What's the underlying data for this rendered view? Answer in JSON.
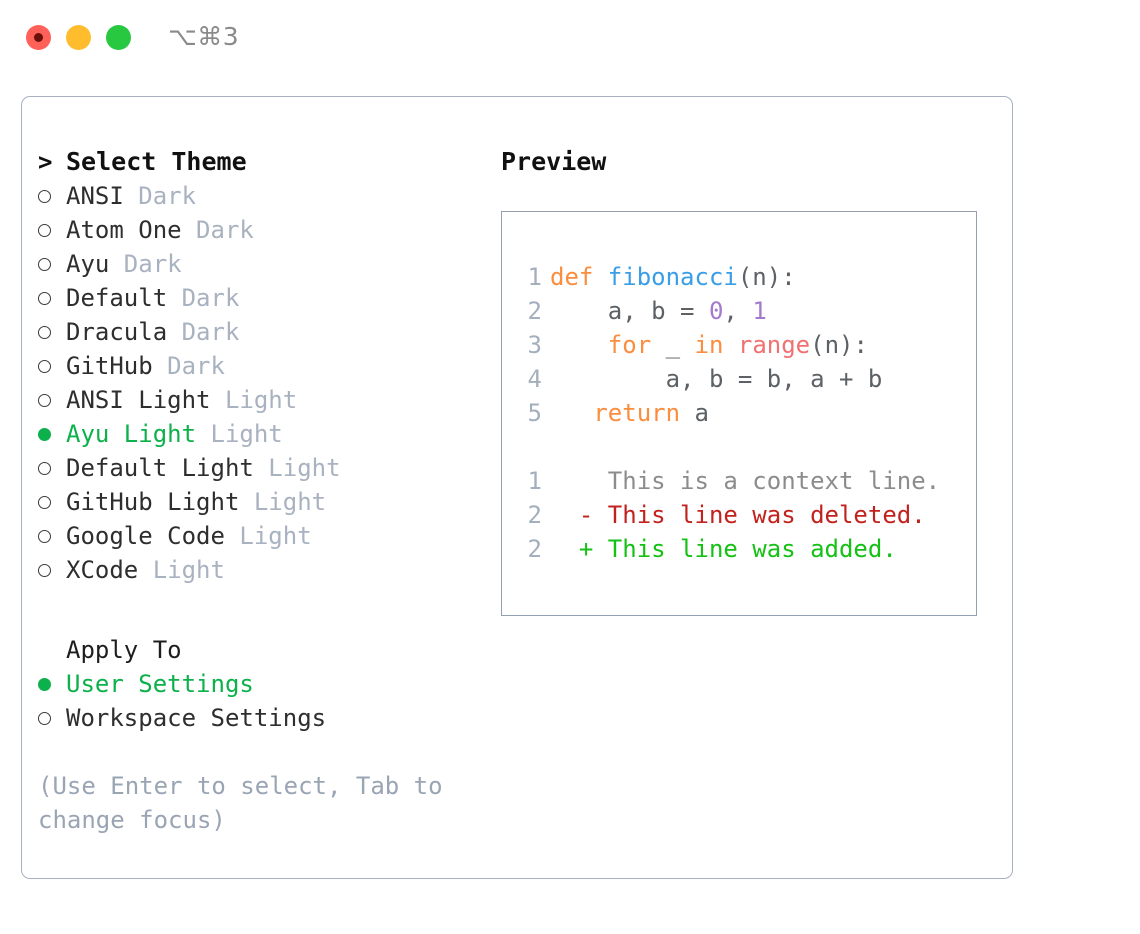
{
  "titlebar": {
    "shortcut": "⌥⌘3",
    "lights": [
      "close",
      "minimize",
      "maximize"
    ]
  },
  "theme_panel": {
    "heading": "Select Theme",
    "prompt": ">",
    "items": [
      {
        "name": "ANSI",
        "variant": "Dark",
        "selected": false
      },
      {
        "name": "Atom One",
        "variant": "Dark",
        "selected": false
      },
      {
        "name": "Ayu",
        "variant": "Dark",
        "selected": false
      },
      {
        "name": "Default",
        "variant": "Dark",
        "selected": false
      },
      {
        "name": "Dracula",
        "variant": "Dark",
        "selected": false
      },
      {
        "name": "GitHub",
        "variant": "Dark",
        "selected": false
      },
      {
        "name": "ANSI Light",
        "variant": "Light",
        "selected": false
      },
      {
        "name": "Ayu Light",
        "variant": "Light",
        "selected": true
      },
      {
        "name": "Default Light",
        "variant": "Light",
        "selected": false
      },
      {
        "name": "GitHub Light",
        "variant": "Light",
        "selected": false
      },
      {
        "name": "Google Code",
        "variant": "Light",
        "selected": false
      },
      {
        "name": "XCode",
        "variant": "Light",
        "selected": false
      }
    ]
  },
  "apply_to": {
    "heading": "Apply To",
    "options": [
      {
        "label": "User Settings",
        "selected": true
      },
      {
        "label": "Workspace Settings",
        "selected": false
      }
    ]
  },
  "hint": "(Use Enter to select, Tab to change focus)",
  "preview": {
    "heading": "Preview",
    "code_lines": [
      {
        "no": "1",
        "segments": [
          {
            "t": "def ",
            "c": "kw"
          },
          {
            "t": "fibonacci",
            "c": "fn"
          },
          {
            "t": "(n):",
            "c": "punc"
          }
        ]
      },
      {
        "no": "2",
        "segments": [
          {
            "t": "    a, b = ",
            "c": "pl"
          },
          {
            "t": "0",
            "c": "num"
          },
          {
            "t": ", ",
            "c": "pl"
          },
          {
            "t": "1",
            "c": "num"
          }
        ]
      },
      {
        "no": "3",
        "segments": [
          {
            "t": "    for",
            "c": "kw"
          },
          {
            "t": " _ ",
            "c": "pl"
          },
          {
            "t": "in ",
            "c": "kw"
          },
          {
            "t": "range",
            "c": "bi"
          },
          {
            "t": "(n):",
            "c": "punc"
          }
        ]
      },
      {
        "no": "4",
        "segments": [
          {
            "t": "        a, b = b, a + b",
            "c": "pl"
          }
        ]
      },
      {
        "no": "5",
        "segments": [
          {
            "t": "   return",
            "c": "kw"
          },
          {
            "t": " a",
            "c": "pl"
          }
        ]
      }
    ],
    "diff_lines": [
      {
        "no": "1",
        "prefix": "  ",
        "text": "This is a context line.",
        "kind": "d-ctx"
      },
      {
        "no": "2",
        "prefix": "- ",
        "text": "This line was deleted.",
        "kind": "d-del"
      },
      {
        "no": "2",
        "prefix": "+ ",
        "text": "This line was added.",
        "kind": "d-add"
      }
    ]
  },
  "colors": {
    "accent_green": "#0DB14B",
    "keyword": "#FA8D3E",
    "function": "#399EE6",
    "number": "#A37ACC",
    "builtin": "#F07171",
    "diff_added": "#14C114",
    "diff_deleted": "#C2221E",
    "muted": "#A9B2C0",
    "border": "#A7B1C2"
  }
}
